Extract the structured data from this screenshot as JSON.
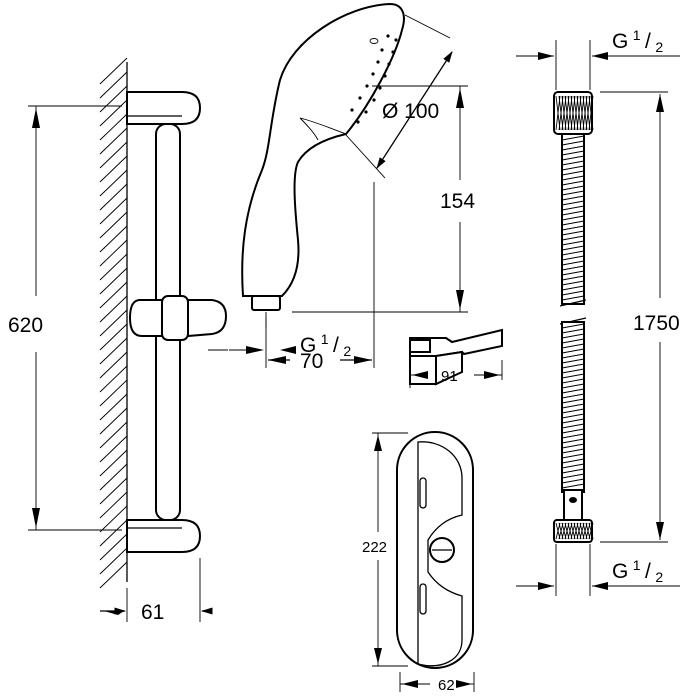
{
  "dimensions": {
    "rail_length": "620",
    "rail_depth": "61",
    "head_diameter": "Ø 100",
    "head_height": "154",
    "handle_offset": "70",
    "holder_width": "91",
    "hose_length": "1750",
    "dish_height": "222",
    "dish_width": "62"
  },
  "threads": {
    "prefix": "G",
    "numerator": "1",
    "denominator": "2"
  }
}
